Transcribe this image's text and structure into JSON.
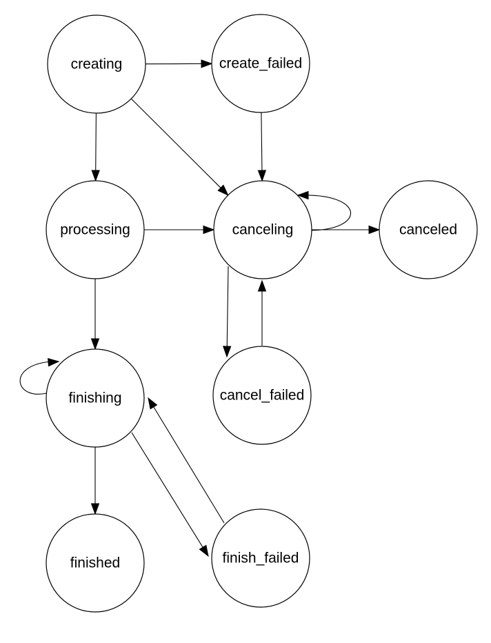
{
  "diagram": {
    "type": "state-diagram",
    "nodes": [
      {
        "id": "creating",
        "label": "creating"
      },
      {
        "id": "create_failed",
        "label": "create_failed"
      },
      {
        "id": "processing",
        "label": "processing"
      },
      {
        "id": "canceling",
        "label": "canceling"
      },
      {
        "id": "canceled",
        "label": "canceled"
      },
      {
        "id": "finishing",
        "label": "finishing"
      },
      {
        "id": "cancel_failed",
        "label": "cancel_failed"
      },
      {
        "id": "finished",
        "label": "finished"
      },
      {
        "id": "finish_failed",
        "label": "finish_failed"
      }
    ],
    "edges": [
      {
        "from": "creating",
        "to": "create_failed"
      },
      {
        "from": "creating",
        "to": "processing"
      },
      {
        "from": "creating",
        "to": "canceling"
      },
      {
        "from": "create_failed",
        "to": "canceling"
      },
      {
        "from": "processing",
        "to": "canceling"
      },
      {
        "from": "canceling",
        "to": "canceling"
      },
      {
        "from": "canceling",
        "to": "canceled"
      },
      {
        "from": "processing",
        "to": "finishing"
      },
      {
        "from": "canceling",
        "to": "cancel_failed"
      },
      {
        "from": "cancel_failed",
        "to": "canceling"
      },
      {
        "from": "finishing",
        "to": "finishing"
      },
      {
        "from": "finishing",
        "to": "finished"
      },
      {
        "from": "finishing",
        "to": "finish_failed"
      },
      {
        "from": "finish_failed",
        "to": "finishing"
      }
    ]
  }
}
